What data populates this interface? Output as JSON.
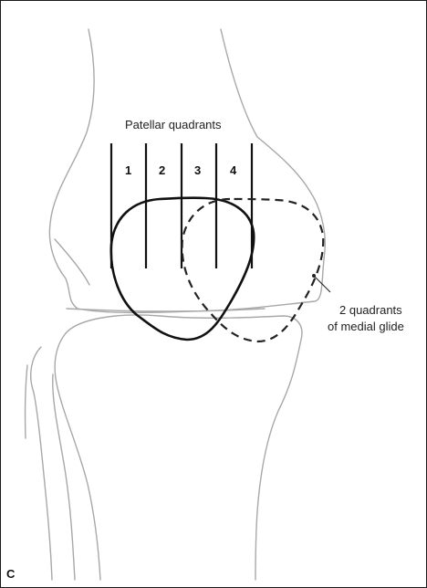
{
  "figure": {
    "title": "Patellar quadrants",
    "quadrant_numbers": [
      "1",
      "2",
      "3",
      "4"
    ],
    "annotation_line1": "2 quadrants",
    "annotation_line2": "of medial glide",
    "panel_label": "C"
  },
  "colors": {
    "outline": "#a8a8a8",
    "ink": "#111111",
    "background": "#ffffff"
  }
}
